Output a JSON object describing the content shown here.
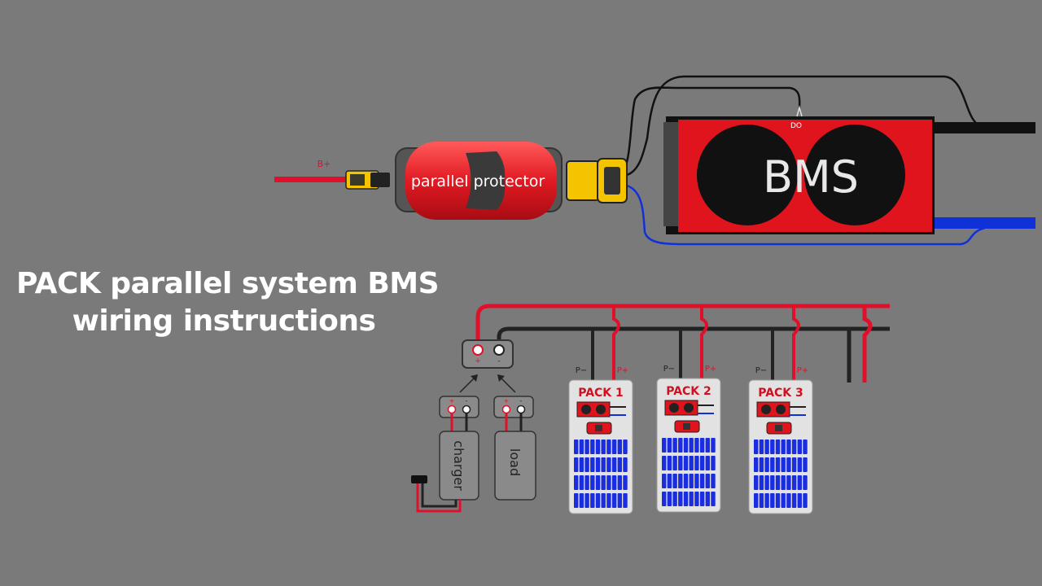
{
  "title": {
    "line1": "PACK parallel system BMS",
    "line2": "wiring instructions"
  },
  "top_diagram": {
    "bplus_label": "B+",
    "protector_label": "parallel protector",
    "bms_label": "BMS",
    "do_label": "DO"
  },
  "bottom_diagram": {
    "junction": {
      "plus": "+",
      "minus": "-"
    },
    "charger": {
      "label": "charger",
      "plus": "+",
      "minus": "-"
    },
    "load": {
      "label": "load",
      "plus": "+",
      "minus": "-"
    },
    "packs": [
      {
        "label": "PACK 1",
        "p_minus": "P−",
        "p_plus": "P+"
      },
      {
        "label": "PACK 2",
        "p_minus": "P−",
        "p_plus": "P+"
      },
      {
        "label": "PACK 3",
        "p_minus": "P−",
        "p_plus": "P+"
      }
    ]
  },
  "colors": {
    "background": "#7a7a7a",
    "red_wire": "#e0102a",
    "black_wire": "#222222",
    "blue_wire": "#1030d8",
    "bms_red": "#e0141c",
    "cell_blue": "#1a2ee0",
    "connector_yellow": "#f5c400"
  }
}
